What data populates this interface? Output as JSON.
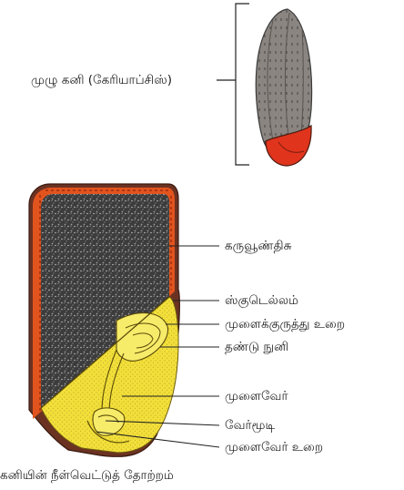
{
  "whole_fruit": {
    "label": "முழு கனி (கேரியாப்சிஸ்)"
  },
  "section_labels": {
    "endosperm": "கருவூண்திசு",
    "scutellum": "ஸ்குடெல்லம்",
    "coleoptile": "முளைக்குருத்து உறை",
    "shoot_tip": "தண்டு நுனி",
    "radicle": "முளைவேர்",
    "root_cap": "வேர்மூடி",
    "coleorhiza": "முளைவேர் உறை"
  },
  "caption": "கனியின் நீள்வெட்டுத் தோற்றம்",
  "colors": {
    "fruit_body": "#8a8580",
    "fruit_base": "#e0341c",
    "endosperm": "#3a3a3a",
    "aleurone": "#e2541e",
    "embryo": "#f2df3a",
    "pericarp": "#6b3222"
  }
}
